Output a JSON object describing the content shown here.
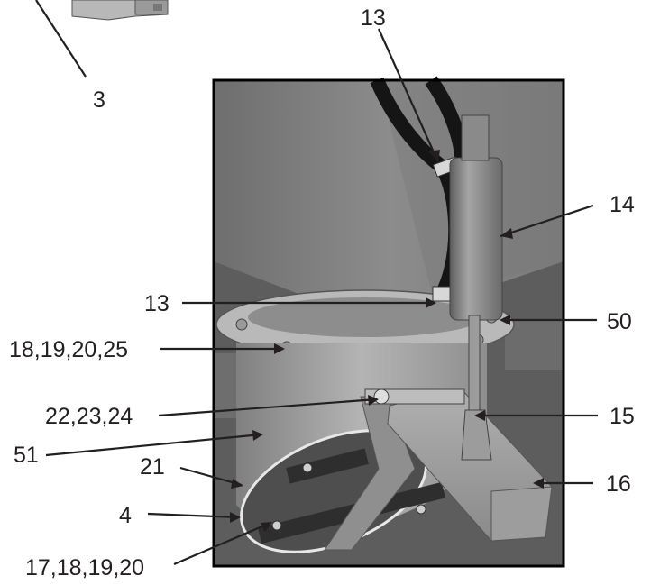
{
  "callouts": {
    "c3": "3",
    "c13_top": "13",
    "c14": "14",
    "c13_mid": "13",
    "c50": "50",
    "c18_19_20_25": "18,19,20,25",
    "c22_23_24": "22,23,24",
    "c15": "15",
    "c51": "51",
    "c21": "21",
    "c16": "16",
    "c4": "4",
    "c17_18_19_20": "17,18,19,20"
  }
}
